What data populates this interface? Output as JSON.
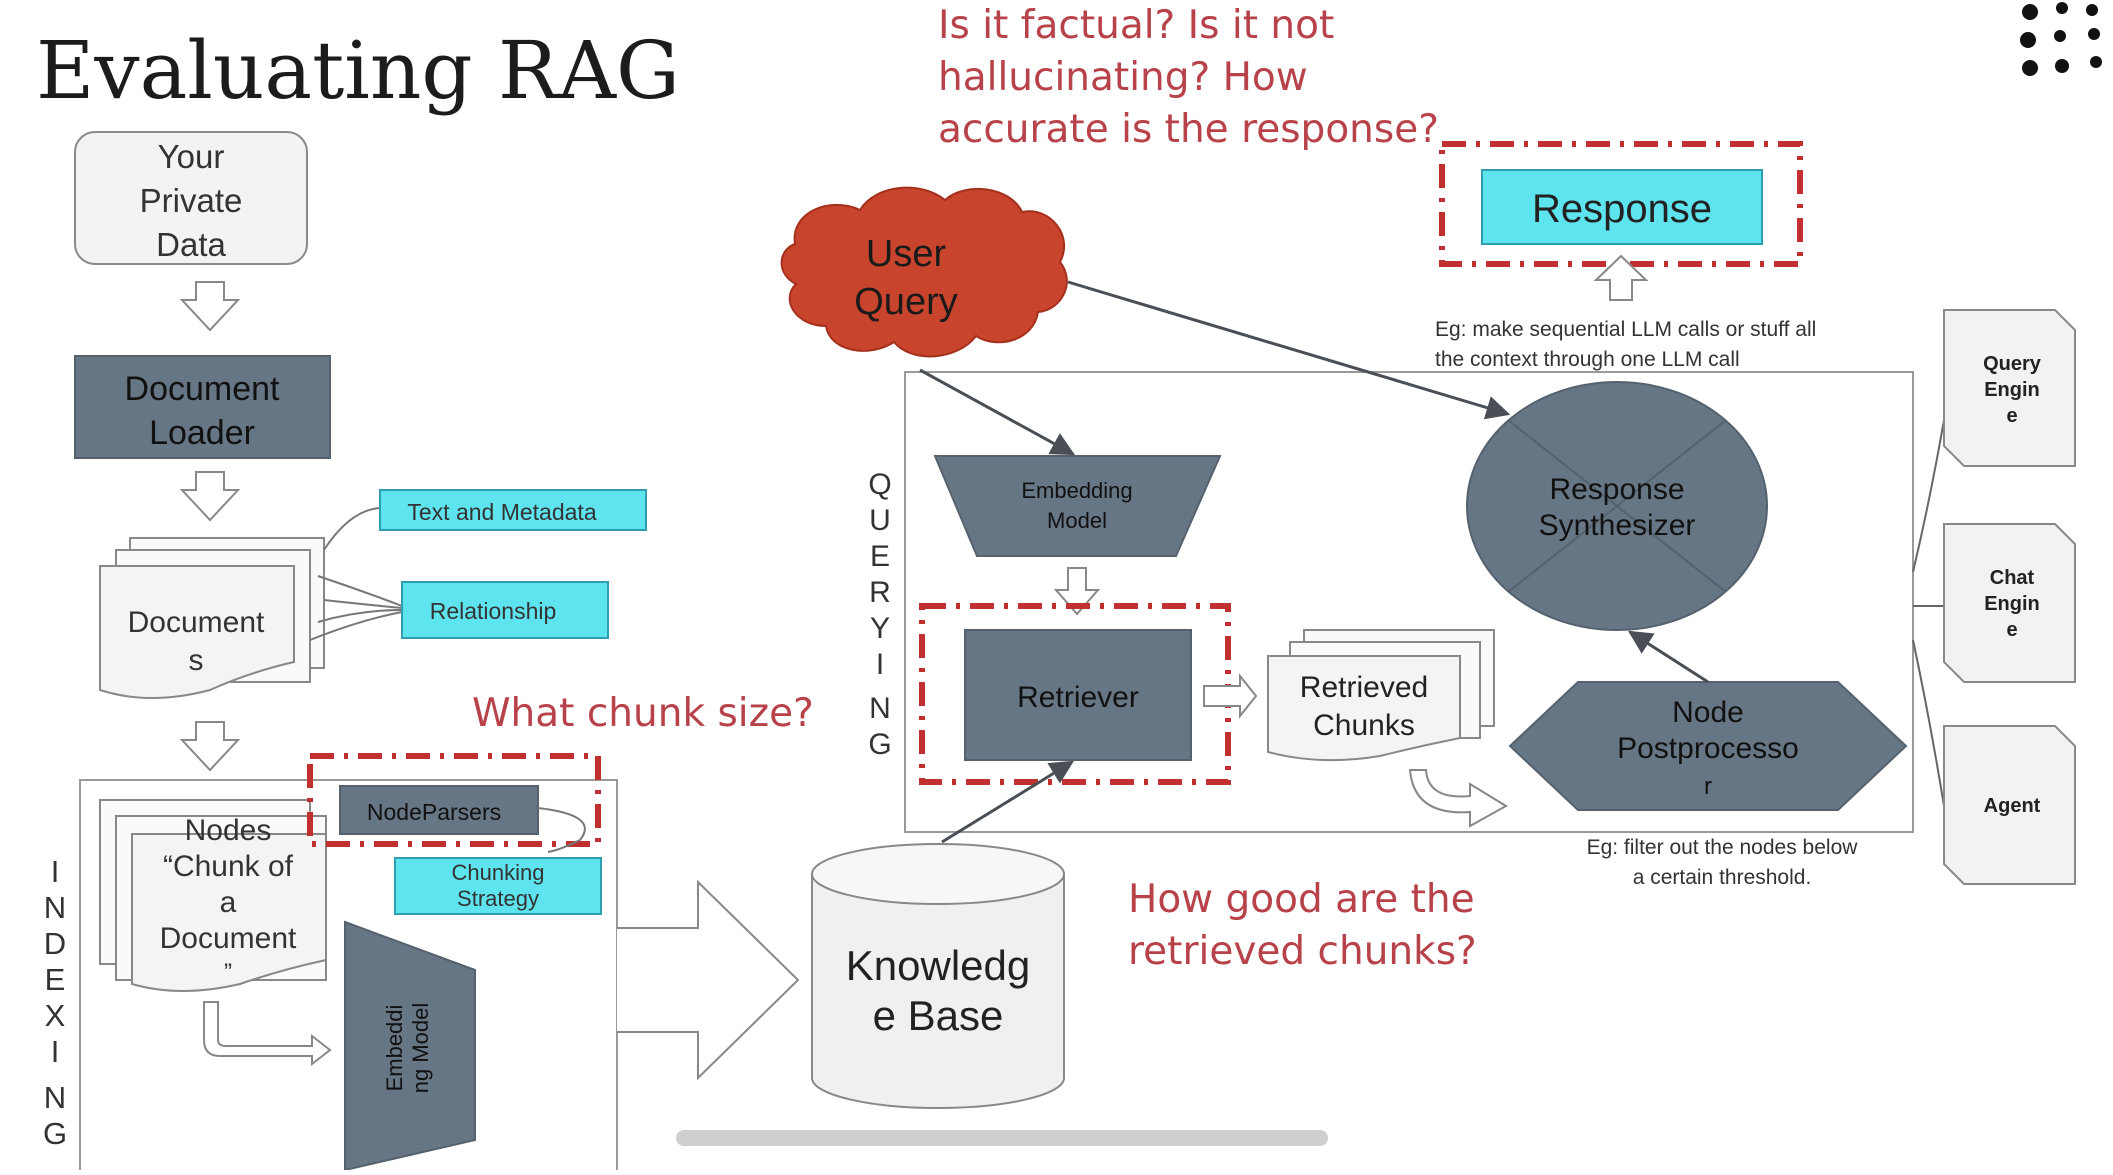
{
  "title": "Evaluating RAG",
  "questions": {
    "factual": [
      "Is it factual? Is it not",
      "hallucinating? How",
      "accurate is the response?"
    ],
    "chunk_size": "What chunk size?",
    "retrieved": [
      "How good are the",
      "retrieved chunks?"
    ]
  },
  "indexing": {
    "section_label": [
      "I",
      "N",
      "D",
      "E",
      "X",
      "I",
      "N",
      "G"
    ],
    "private_data": [
      "Your",
      "Private",
      "Data"
    ],
    "document_loader": [
      "Document",
      "Loader"
    ],
    "documents": [
      "Document",
      "s"
    ],
    "text_metadata": "Text and Metadata",
    "relationship": "Relationship",
    "nodes": [
      "Nodes",
      "“Chunk of",
      "a",
      "Document",
      "”"
    ],
    "node_parsers": "NodeParsers",
    "chunking_strategy": [
      "Chunking",
      "Strategy"
    ],
    "embedding_model": [
      "Embeddi",
      "ng Model"
    ]
  },
  "knowledge_base": [
    "Knowledg",
    "e Base"
  ],
  "querying": {
    "section_label": [
      "Q",
      "U",
      "E",
      "R",
      "Y",
      "I",
      "N",
      "G"
    ],
    "user_query": [
      "User",
      "Query"
    ],
    "embedding_model": [
      "Embedding",
      "Model"
    ],
    "retriever": "Retriever",
    "retrieved_chunks": [
      "Retrieved",
      "Chunks"
    ],
    "node_postprocessor": [
      "Node",
      "Postprocesso",
      "r"
    ],
    "response_synthesizer": [
      "Response",
      "Synthesizer"
    ],
    "response": "Response",
    "note_synth": [
      "Eg: make sequential LLM calls or stuff all",
      "the context through one LLM call"
    ],
    "note_post": [
      "Eg: filter out the nodes below",
      "a certain threshold."
    ]
  },
  "outputs": [
    {
      "lines": [
        "Query",
        "Engin",
        "e"
      ]
    },
    {
      "lines": [
        "Chat",
        "Engin",
        "e"
      ]
    },
    {
      "lines": [
        "Agent"
      ]
    }
  ],
  "colors": {
    "slate": "#667684",
    "cyan": "#5de4ef",
    "red_cloud": "#c9442c",
    "dashed_red": "#c0302e",
    "question_text": "#b8424a"
  },
  "icons": [
    "logo-dots-icon"
  ]
}
